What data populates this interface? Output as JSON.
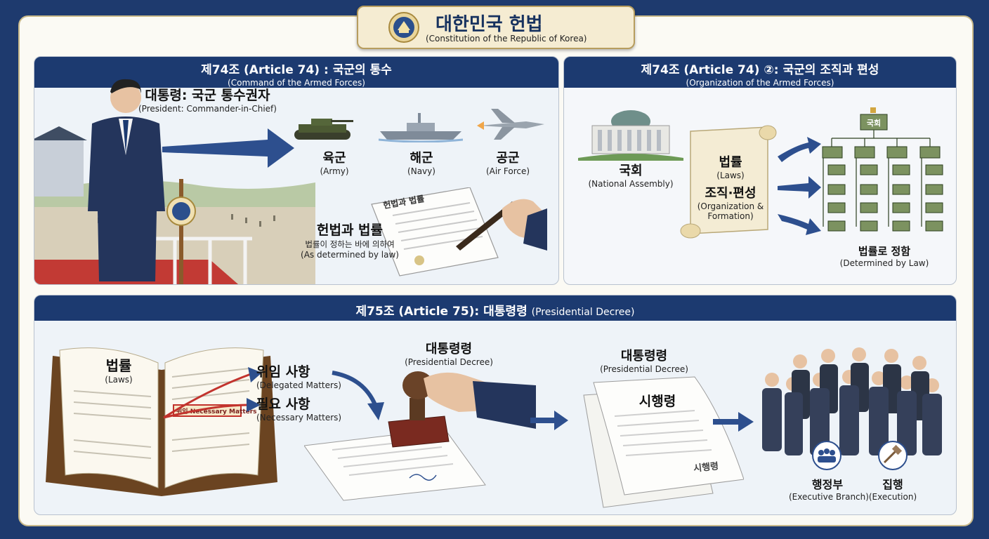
{
  "header": {
    "title_ko": "대한민국 헌법",
    "title_en": "(Constitution of the Republic of Korea)"
  },
  "panel_a": {
    "title_ko": "제74조 (Article 74) : 국군의 통수",
    "title_en": "(Command of the Armed Forces)",
    "president_ko": "대통령: 국군 통수권자",
    "president_en": "(President: Commander-in-Chief)",
    "army_ko": "육군",
    "army_en": "(Army)",
    "navy_ko": "해군",
    "navy_en": "(Navy)",
    "airforce_ko": "공군",
    "airforce_en": "(Air Force)",
    "law_ko": "헌법과 법률",
    "law_sub_ko": "법률이 정하는 바에 의하여",
    "law_en": "(As determined by law)",
    "document_title": "헌법과 법률"
  },
  "panel_b": {
    "title_ko": "제74조 (Article 74) ②: 국군의 조직과 편성",
    "title_en": "(Organization of the Armed Forces)",
    "assembly_ko": "국회",
    "assembly_en": "(National Assembly)",
    "laws_ko": "법률",
    "laws_en": "(Laws)",
    "org_ko": "조직·편성",
    "org_en": "(Organization & Formation)",
    "chart_top": "국회",
    "determined_ko": "법률로 정함",
    "determined_en": "(Determined by Law)"
  },
  "panel_c": {
    "title_ko": "제75조 (Article 75): 대통령령",
    "title_en": "(Presidential Decree)",
    "book_ko": "법률",
    "book_en": "(Laws)",
    "book_tag": "위임 Necessary Matters",
    "delegated_ko": "위임 사항",
    "delegated_en": "(Delegated Matters)",
    "necessary_ko": "필요 사항",
    "necessary_en": "(Necessary Matters)",
    "decree1_ko": "대통령령",
    "decree1_en": "(Presidential Decree)",
    "decree2_ko": "대통령령",
    "decree2_en": "(Presidential Decree)",
    "enforcement_ko": "시행령",
    "enforcement_footer": "시행령",
    "exec_ko": "행정부",
    "exec_en": "(Executive Branch)",
    "execution_ko": "집행",
    "execution_en": "(Execution)"
  },
  "colors": {
    "background": "#1e3a6e",
    "header_bar": "#1c3a70",
    "arrow": "#2d4f8e",
    "frame": "#fbfaf4"
  }
}
